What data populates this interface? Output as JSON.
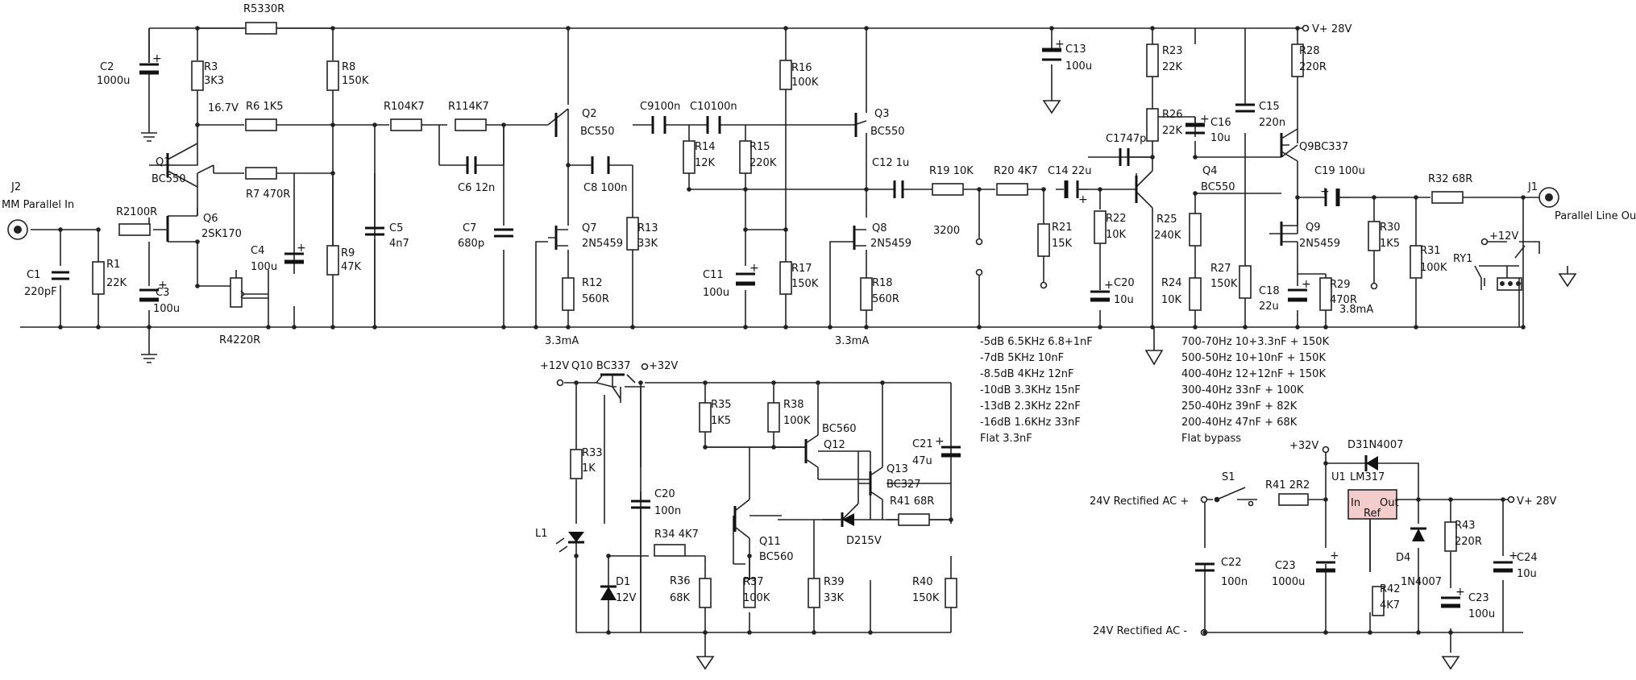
{
  "rail": {
    "v28": "V+ 28V"
  },
  "nets": [
    {
      "name": "net-mm-in",
      "text": "MM Parallel In"
    },
    {
      "name": "net-line-out",
      "text": "Parallel Line Out"
    },
    {
      "name": "net-plus12-q10",
      "text": "+12V"
    },
    {
      "name": "net-plus32-q10",
      "text": "+32V"
    },
    {
      "name": "net-plus12-ry",
      "text": "+12V"
    },
    {
      "name": "net-plus32-psu",
      "text": "+32V"
    },
    {
      "name": "net-ac-top",
      "text": "24V Rectified AC +"
    },
    {
      "name": "net-ac-bot",
      "text": "24V Rectified AC -"
    },
    {
      "name": "net-v28-psu",
      "text": "V+ 28V"
    }
  ],
  "notes": [
    {
      "name": "note-v167",
      "text": "16.7V"
    },
    {
      "name": "note-i1",
      "text": "3.3mA"
    },
    {
      "name": "note-i2",
      "text": "3.3mA"
    },
    {
      "name": "note-i3",
      "text": "3.8mA"
    },
    {
      "name": "note-3200",
      "text": "3200"
    }
  ],
  "labels": [
    {
      "name": "lbl-r5",
      "text": "R5330R"
    },
    {
      "name": "lbl-c2",
      "text": "C2"
    },
    {
      "name": "lbl-c2v",
      "text": "1000u"
    },
    {
      "name": "lbl-r3",
      "text": "R3"
    },
    {
      "name": "lbl-r3v",
      "text": "3K3"
    },
    {
      "name": "lbl-r8",
      "text": "R8"
    },
    {
      "name": "lbl-r8v",
      "text": "150K"
    },
    {
      "name": "lbl-r6",
      "text": "R6 1K5"
    },
    {
      "name": "lbl-q1",
      "text": "Q1"
    },
    {
      "name": "lbl-q1v",
      "text": "BC550"
    },
    {
      "name": "lbl-r7",
      "text": "R7 470R"
    },
    {
      "name": "lbl-j2",
      "text": "J2"
    },
    {
      "name": "lbl-r2",
      "text": "R2100R"
    },
    {
      "name": "lbl-q6",
      "text": "Q6"
    },
    {
      "name": "lbl-q6v",
      "text": "2SK170"
    },
    {
      "name": "lbl-c4",
      "text": "C4"
    },
    {
      "name": "lbl-c4v",
      "text": "100u"
    },
    {
      "name": "lbl-r9",
      "text": "R9"
    },
    {
      "name": "lbl-r9v",
      "text": "47K"
    },
    {
      "name": "lbl-c1",
      "text": "C1"
    },
    {
      "name": "lbl-c1v",
      "text": "220pF"
    },
    {
      "name": "lbl-r1",
      "text": "R1"
    },
    {
      "name": "lbl-r1v",
      "text": "22K"
    },
    {
      "name": "lbl-c3",
      "text": "C3"
    },
    {
      "name": "lbl-c3v",
      "text": "100u"
    },
    {
      "name": "lbl-r4",
      "text": "R4220R"
    },
    {
      "name": "lbl-c5",
      "text": "C5"
    },
    {
      "name": "lbl-c5v",
      "text": "4n7"
    },
    {
      "name": "lbl-r10",
      "text": "R104K7"
    },
    {
      "name": "lbl-r11",
      "text": "R114K7"
    },
    {
      "name": "lbl-c6",
      "text": "C6  12n"
    },
    {
      "name": "lbl-c7",
      "text": "C7"
    },
    {
      "name": "lbl-c7v",
      "text": "680p"
    },
    {
      "name": "lbl-q2",
      "text": "Q2"
    },
    {
      "name": "lbl-q2v",
      "text": "BC550"
    },
    {
      "name": "lbl-c8",
      "text": "C8  100n"
    },
    {
      "name": "lbl-q7",
      "text": "Q7"
    },
    {
      "name": "lbl-q7v",
      "text": "2N5459"
    },
    {
      "name": "lbl-r13",
      "text": "R13"
    },
    {
      "name": "lbl-r13v",
      "text": "33K"
    },
    {
      "name": "lbl-r12",
      "text": "R12"
    },
    {
      "name": "lbl-r12v",
      "text": "560R"
    },
    {
      "name": "lbl-c9",
      "text": "C9100n"
    },
    {
      "name": "lbl-c10",
      "text": "C10100n"
    },
    {
      "name": "lbl-r14",
      "text": "R14"
    },
    {
      "name": "lbl-r14v",
      "text": "12K"
    },
    {
      "name": "lbl-r15",
      "text": "R15"
    },
    {
      "name": "lbl-r15v",
      "text": "220K"
    },
    {
      "name": "lbl-r16",
      "text": "R16"
    },
    {
      "name": "lbl-r16v",
      "text": "100K"
    },
    {
      "name": "lbl-c11",
      "text": "C11"
    },
    {
      "name": "lbl-c11v",
      "text": "100u"
    },
    {
      "name": "lbl-r17",
      "text": "R17"
    },
    {
      "name": "lbl-r17v",
      "text": "150K"
    },
    {
      "name": "lbl-q3",
      "text": "Q3"
    },
    {
      "name": "lbl-q3v",
      "text": "BC550"
    },
    {
      "name": "lbl-c12",
      "text": "C12  1u"
    },
    {
      "name": "lbl-q8",
      "text": "Q8"
    },
    {
      "name": "lbl-q8v",
      "text": "2N5459"
    },
    {
      "name": "lbl-r18",
      "text": "R18"
    },
    {
      "name": "lbl-r18v",
      "text": "560R"
    },
    {
      "name": "lbl-c13",
      "text": "C13"
    },
    {
      "name": "lbl-c13v",
      "text": "100u"
    },
    {
      "name": "lbl-r19",
      "text": "R19  10K"
    },
    {
      "name": "lbl-r20",
      "text": "R20  4K7"
    },
    {
      "name": "lbl-c14",
      "text": "C14  22u"
    },
    {
      "name": "lbl-r21",
      "text": "R21"
    },
    {
      "name": "lbl-r21v",
      "text": "15K"
    },
    {
      "name": "lbl-c17",
      "text": "C1747p"
    },
    {
      "name": "lbl-r22",
      "text": "R22"
    },
    {
      "name": "lbl-r22v",
      "text": "10K"
    },
    {
      "name": "lbl-c20a",
      "text": "C20"
    },
    {
      "name": "lbl-c20av",
      "text": "10u"
    },
    {
      "name": "lbl-r23",
      "text": "R23"
    },
    {
      "name": "lbl-r23v",
      "text": "22K"
    },
    {
      "name": "lbl-r26",
      "text": "R26"
    },
    {
      "name": "lbl-r26v",
      "text": "22K"
    },
    {
      "name": "lbl-c16",
      "text": "C16"
    },
    {
      "name": "lbl-c16v",
      "text": "10u"
    },
    {
      "name": "lbl-q4",
      "text": "Q4"
    },
    {
      "name": "lbl-q4v",
      "text": "BC550"
    },
    {
      "name": "lbl-r25",
      "text": "R25"
    },
    {
      "name": "lbl-r25v",
      "text": "240K"
    },
    {
      "name": "lbl-r24",
      "text": "R24"
    },
    {
      "name": "lbl-r24v",
      "text": "10K"
    },
    {
      "name": "lbl-c15",
      "text": "C15"
    },
    {
      "name": "lbl-c15v",
      "text": "220n"
    },
    {
      "name": "lbl-r28",
      "text": "R28"
    },
    {
      "name": "lbl-r28v",
      "text": "220R"
    },
    {
      "name": "lbl-q9a",
      "text": "Q9BC337"
    },
    {
      "name": "lbl-c19",
      "text": "C19  100u"
    },
    {
      "name": "lbl-q9b",
      "text": "Q9"
    },
    {
      "name": "lbl-q9bv",
      "text": "2N5459"
    },
    {
      "name": "lbl-r27",
      "text": "R27"
    },
    {
      "name": "lbl-r27v",
      "text": "150K"
    },
    {
      "name": "lbl-c18",
      "text": "C18"
    },
    {
      "name": "lbl-c18v",
      "text": "22u"
    },
    {
      "name": "lbl-r29",
      "text": "R29"
    },
    {
      "name": "lbl-r29v",
      "text": "470R"
    },
    {
      "name": "lbl-r30",
      "text": "R30"
    },
    {
      "name": "lbl-r30v",
      "text": "1K5"
    },
    {
      "name": "lbl-r32",
      "text": "R32  68R"
    },
    {
      "name": "lbl-r31",
      "text": "R31"
    },
    {
      "name": "lbl-r31v",
      "text": "100K"
    },
    {
      "name": "lbl-ry1",
      "text": "RY1"
    },
    {
      "name": "lbl-j1",
      "text": "J1"
    },
    {
      "name": "lbl-q10",
      "text": "Q10 BC337"
    },
    {
      "name": "lbl-r33",
      "text": "R33"
    },
    {
      "name": "lbl-r33v",
      "text": "1K"
    },
    {
      "name": "lbl-c20b",
      "text": "C20"
    },
    {
      "name": "lbl-c20bv",
      "text": "100n"
    },
    {
      "name": "lbl-l1",
      "text": "L1"
    },
    {
      "name": "lbl-d1",
      "text": "D1"
    },
    {
      "name": "lbl-d1v",
      "text": "12V"
    },
    {
      "name": "lbl-r34",
      "text": "R34  4K7"
    },
    {
      "name": "lbl-r35",
      "text": "R35"
    },
    {
      "name": "lbl-r35v",
      "text": "1K5"
    },
    {
      "name": "lbl-r38",
      "text": "R38"
    },
    {
      "name": "lbl-r38v",
      "text": "100K"
    },
    {
      "name": "lbl-q12v",
      "text": "BC560"
    },
    {
      "name": "lbl-q12",
      "text": "Q12"
    },
    {
      "name": "lbl-q13",
      "text": "Q13"
    },
    {
      "name": "lbl-q13v",
      "text": "BC327"
    },
    {
      "name": "lbl-c21",
      "text": "C21"
    },
    {
      "name": "lbl-c21v",
      "text": "47u"
    },
    {
      "name": "lbl-r41b",
      "text": "R41  68R"
    },
    {
      "name": "lbl-d2",
      "text": "D215V"
    },
    {
      "name": "lbl-q11",
      "text": "Q11"
    },
    {
      "name": "lbl-q11v",
      "text": "BC560"
    },
    {
      "name": "lbl-r36",
      "text": "R36"
    },
    {
      "name": "lbl-r36v",
      "text": "68K"
    },
    {
      "name": "lbl-r37",
      "text": "R37"
    },
    {
      "name": "lbl-r37v",
      "text": "100K"
    },
    {
      "name": "lbl-r39",
      "text": "R39"
    },
    {
      "name": "lbl-r39v",
      "text": "33K"
    },
    {
      "name": "lbl-r40",
      "text": "R40"
    },
    {
      "name": "lbl-r40v",
      "text": "150K"
    },
    {
      "name": "lbl-s1",
      "text": "S1"
    },
    {
      "name": "lbl-r41a",
      "text": "R41   2R2"
    },
    {
      "name": "lbl-u1",
      "text": "U1"
    },
    {
      "name": "lbl-lm317",
      "text": "LM317"
    },
    {
      "name": "lbl-d3",
      "text": "D31N4007"
    },
    {
      "name": "lbl-u1in",
      "text": "In"
    },
    {
      "name": "lbl-u1out",
      "text": "Out"
    },
    {
      "name": "lbl-u1ref",
      "text": "Ref"
    },
    {
      "name": "lbl-d4",
      "text": "D4"
    },
    {
      "name": "lbl-d4v",
      "text": "1N4007"
    },
    {
      "name": "lbl-r43",
      "text": "R43"
    },
    {
      "name": "lbl-r43v",
      "text": "220R"
    },
    {
      "name": "lbl-c24",
      "text": "C24"
    },
    {
      "name": "lbl-c24v",
      "text": "10u"
    },
    {
      "name": "lbl-c22",
      "text": "C22"
    },
    {
      "name": "lbl-c22v",
      "text": "100n"
    },
    {
      "name": "lbl-c23a",
      "text": "C23"
    },
    {
      "name": "lbl-c23av",
      "text": "1000u"
    },
    {
      "name": "lbl-r42",
      "text": "R42"
    },
    {
      "name": "lbl-r42v",
      "text": "4K7"
    },
    {
      "name": "lbl-c23b",
      "text": "C23"
    },
    {
      "name": "lbl-c23bv",
      "text": "100u"
    }
  ],
  "eq_table": [
    "-5dB 6.5KHz 6.8+1nF",
    "-7dB 5KHz 10nF",
    "-8.5dB 4KHz 12nF",
    "-10dB 3.3KHz 15nF",
    "-13dB 2.3KHz 22nF",
    "-16dB 1.6KHz 33nF",
    "Flat 3.3nF"
  ],
  "filter_table": [
    "700-70Hz 10+3.3nF + 150K",
    "500-50Hz 10+10nF + 150K",
    "400-40Hz 12+12nF + 150K",
    "300-40Hz 33nF + 100K",
    "250-40Hz 39nF + 82K",
    "200-40Hz 47nF + 68K",
    "Flat bypass"
  ],
  "colors": {
    "regulator_fill": "#f3cccc",
    "wire": "#222222"
  }
}
